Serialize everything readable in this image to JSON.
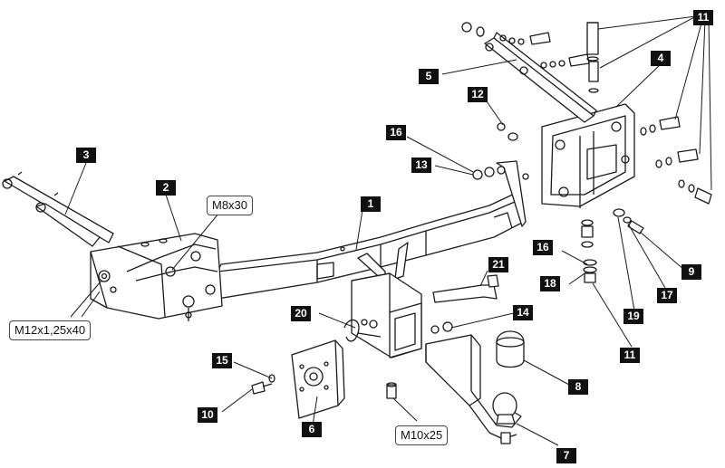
{
  "diagram": {
    "part_numbers": {
      "p1": "1",
      "p2": "2",
      "p3": "3",
      "p4": "4",
      "p5": "5",
      "p6": "6",
      "p7": "7",
      "p8": "8",
      "p9": "9",
      "p10": "10",
      "p11a": "11",
      "p11b": "11",
      "p12": "12",
      "p13": "13",
      "p14": "14",
      "p15": "15",
      "p16a": "16",
      "p16b": "16",
      "p17": "17",
      "p18": "18",
      "p19": "19",
      "p20": "20",
      "p21": "21"
    },
    "specs": {
      "m8x30": "M8x30",
      "m12": "M12x1,25x40",
      "m10x25": "M10x25"
    },
    "colors": {
      "line": "#1a1a1a",
      "label_bg": "#111111",
      "label_text": "#ffffff"
    }
  }
}
